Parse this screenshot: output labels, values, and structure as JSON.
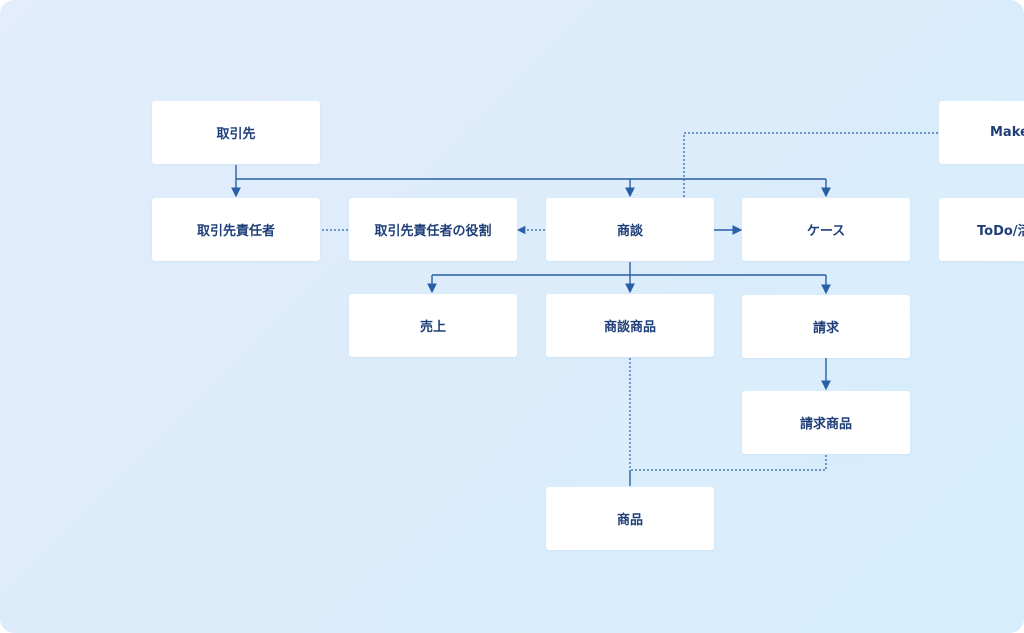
{
  "nodes": {
    "account": "取引先",
    "contact": "取引先責任者",
    "contact_role": "取引先責任者の役割",
    "opportunity": "商談",
    "case": "ケース",
    "order": "売上",
    "opportunity_product": "商談商品",
    "invoice": "請求",
    "invoice_product": "請求商品",
    "product": "商品",
    "make": "Make",
    "todo": "ToDo/活"
  },
  "colors": {
    "line": "#2a5fa8",
    "node_text": "#1f3f79",
    "node_bg": "#ffffff",
    "background": "#dcecfb"
  }
}
